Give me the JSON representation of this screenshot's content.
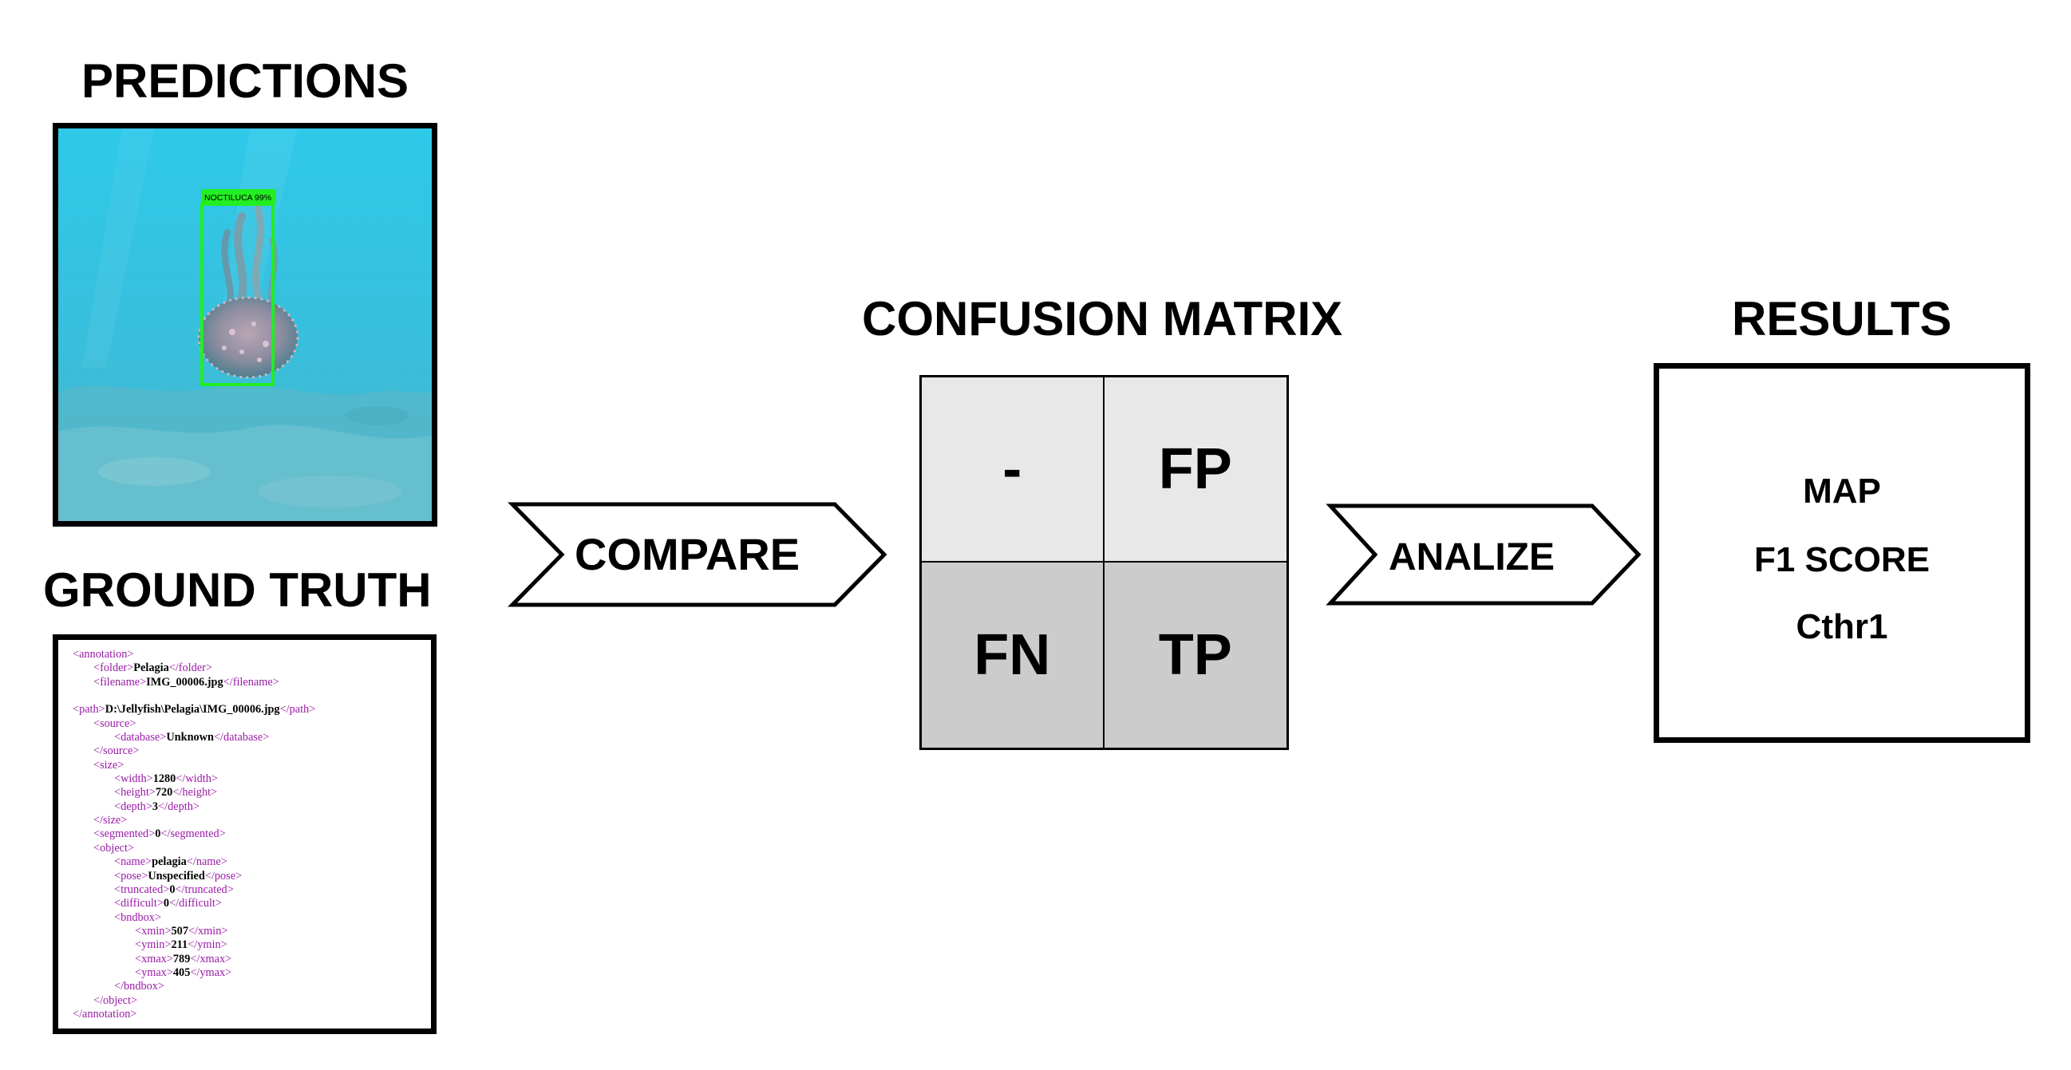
{
  "headings": {
    "predictions": "PREDICTIONS",
    "ground_truth": "GROUND TRUTH",
    "confusion_matrix": "CONFUSION MATRIX",
    "results": "RESULTS"
  },
  "prediction": {
    "label": "NOCTILUCA 99%",
    "box_color": "#22ee22"
  },
  "ground_truth_xml": [
    {
      "indent": 0,
      "pre": "<annotation>",
      "text": "",
      "post": ""
    },
    {
      "indent": 1,
      "pre": "<folder>",
      "text": "Pelagia",
      "post": "</folder>"
    },
    {
      "indent": 1,
      "pre": "<filename>",
      "text": "IMG_00006.jpg",
      "post": "</filename>"
    },
    {
      "indent": 0,
      "pre": "",
      "text": "",
      "post": ""
    },
    {
      "indent": 0,
      "pre": "<path>",
      "text": "D:\\Jellyfish\\Pelagia\\IMG_00006.jpg",
      "post": "</path>"
    },
    {
      "indent": 1,
      "pre": "<source>",
      "text": "",
      "post": ""
    },
    {
      "indent": 2,
      "pre": "<database>",
      "text": "Unknown",
      "post": "</database>"
    },
    {
      "indent": 1,
      "pre": "</source>",
      "text": "",
      "post": ""
    },
    {
      "indent": 1,
      "pre": "<size>",
      "text": "",
      "post": ""
    },
    {
      "indent": 2,
      "pre": "<width>",
      "text": "1280",
      "post": "</width>"
    },
    {
      "indent": 2,
      "pre": "<height>",
      "text": "720",
      "post": "</height>"
    },
    {
      "indent": 2,
      "pre": "<depth>",
      "text": "3",
      "post": "</depth>"
    },
    {
      "indent": 1,
      "pre": "</size>",
      "text": "",
      "post": ""
    },
    {
      "indent": 1,
      "pre": "<segmented>",
      "text": "0",
      "post": "</segmented>"
    },
    {
      "indent": 1,
      "pre": "<object>",
      "text": "",
      "post": ""
    },
    {
      "indent": 2,
      "pre": "<name>",
      "text": "pelagia",
      "post": "</name>"
    },
    {
      "indent": 2,
      "pre": "<pose>",
      "text": "Unspecified",
      "post": "</pose>"
    },
    {
      "indent": 2,
      "pre": "<truncated>",
      "text": "0",
      "post": "</truncated>"
    },
    {
      "indent": 2,
      "pre": "<difficult>",
      "text": "0",
      "post": "</difficult>"
    },
    {
      "indent": 2,
      "pre": "<bndbox>",
      "text": "",
      "post": ""
    },
    {
      "indent": 3,
      "pre": "<xmin>",
      "text": "507",
      "post": "</xmin>"
    },
    {
      "indent": 3,
      "pre": "<ymin>",
      "text": "211",
      "post": "</ymin>"
    },
    {
      "indent": 3,
      "pre": "<xmax>",
      "text": "789",
      "post": "</xmax>"
    },
    {
      "indent": 3,
      "pre": "<ymax>",
      "text": "405",
      "post": "</ymax>"
    },
    {
      "indent": 2,
      "pre": "</bndbox>",
      "text": "",
      "post": ""
    },
    {
      "indent": 1,
      "pre": "</object>",
      "text": "",
      "post": ""
    },
    {
      "indent": 0,
      "pre": "</annotation>",
      "text": "",
      "post": ""
    }
  ],
  "steps": {
    "compare": "COMPARE",
    "analize": "ANALIZE"
  },
  "confusion_matrix": {
    "cells": [
      "-",
      "FP",
      "FN",
      "TP"
    ]
  },
  "results": {
    "metrics": [
      "MAP",
      "F1 SCORE",
      "Cthr1"
    ]
  },
  "colors": {
    "xml_tag": "#9a1aa6",
    "matrix_light": "#e8e8e8",
    "matrix_dark": "#cccccc",
    "water_top": "#35c6e6",
    "water_bottom": "#3aa9c2"
  }
}
